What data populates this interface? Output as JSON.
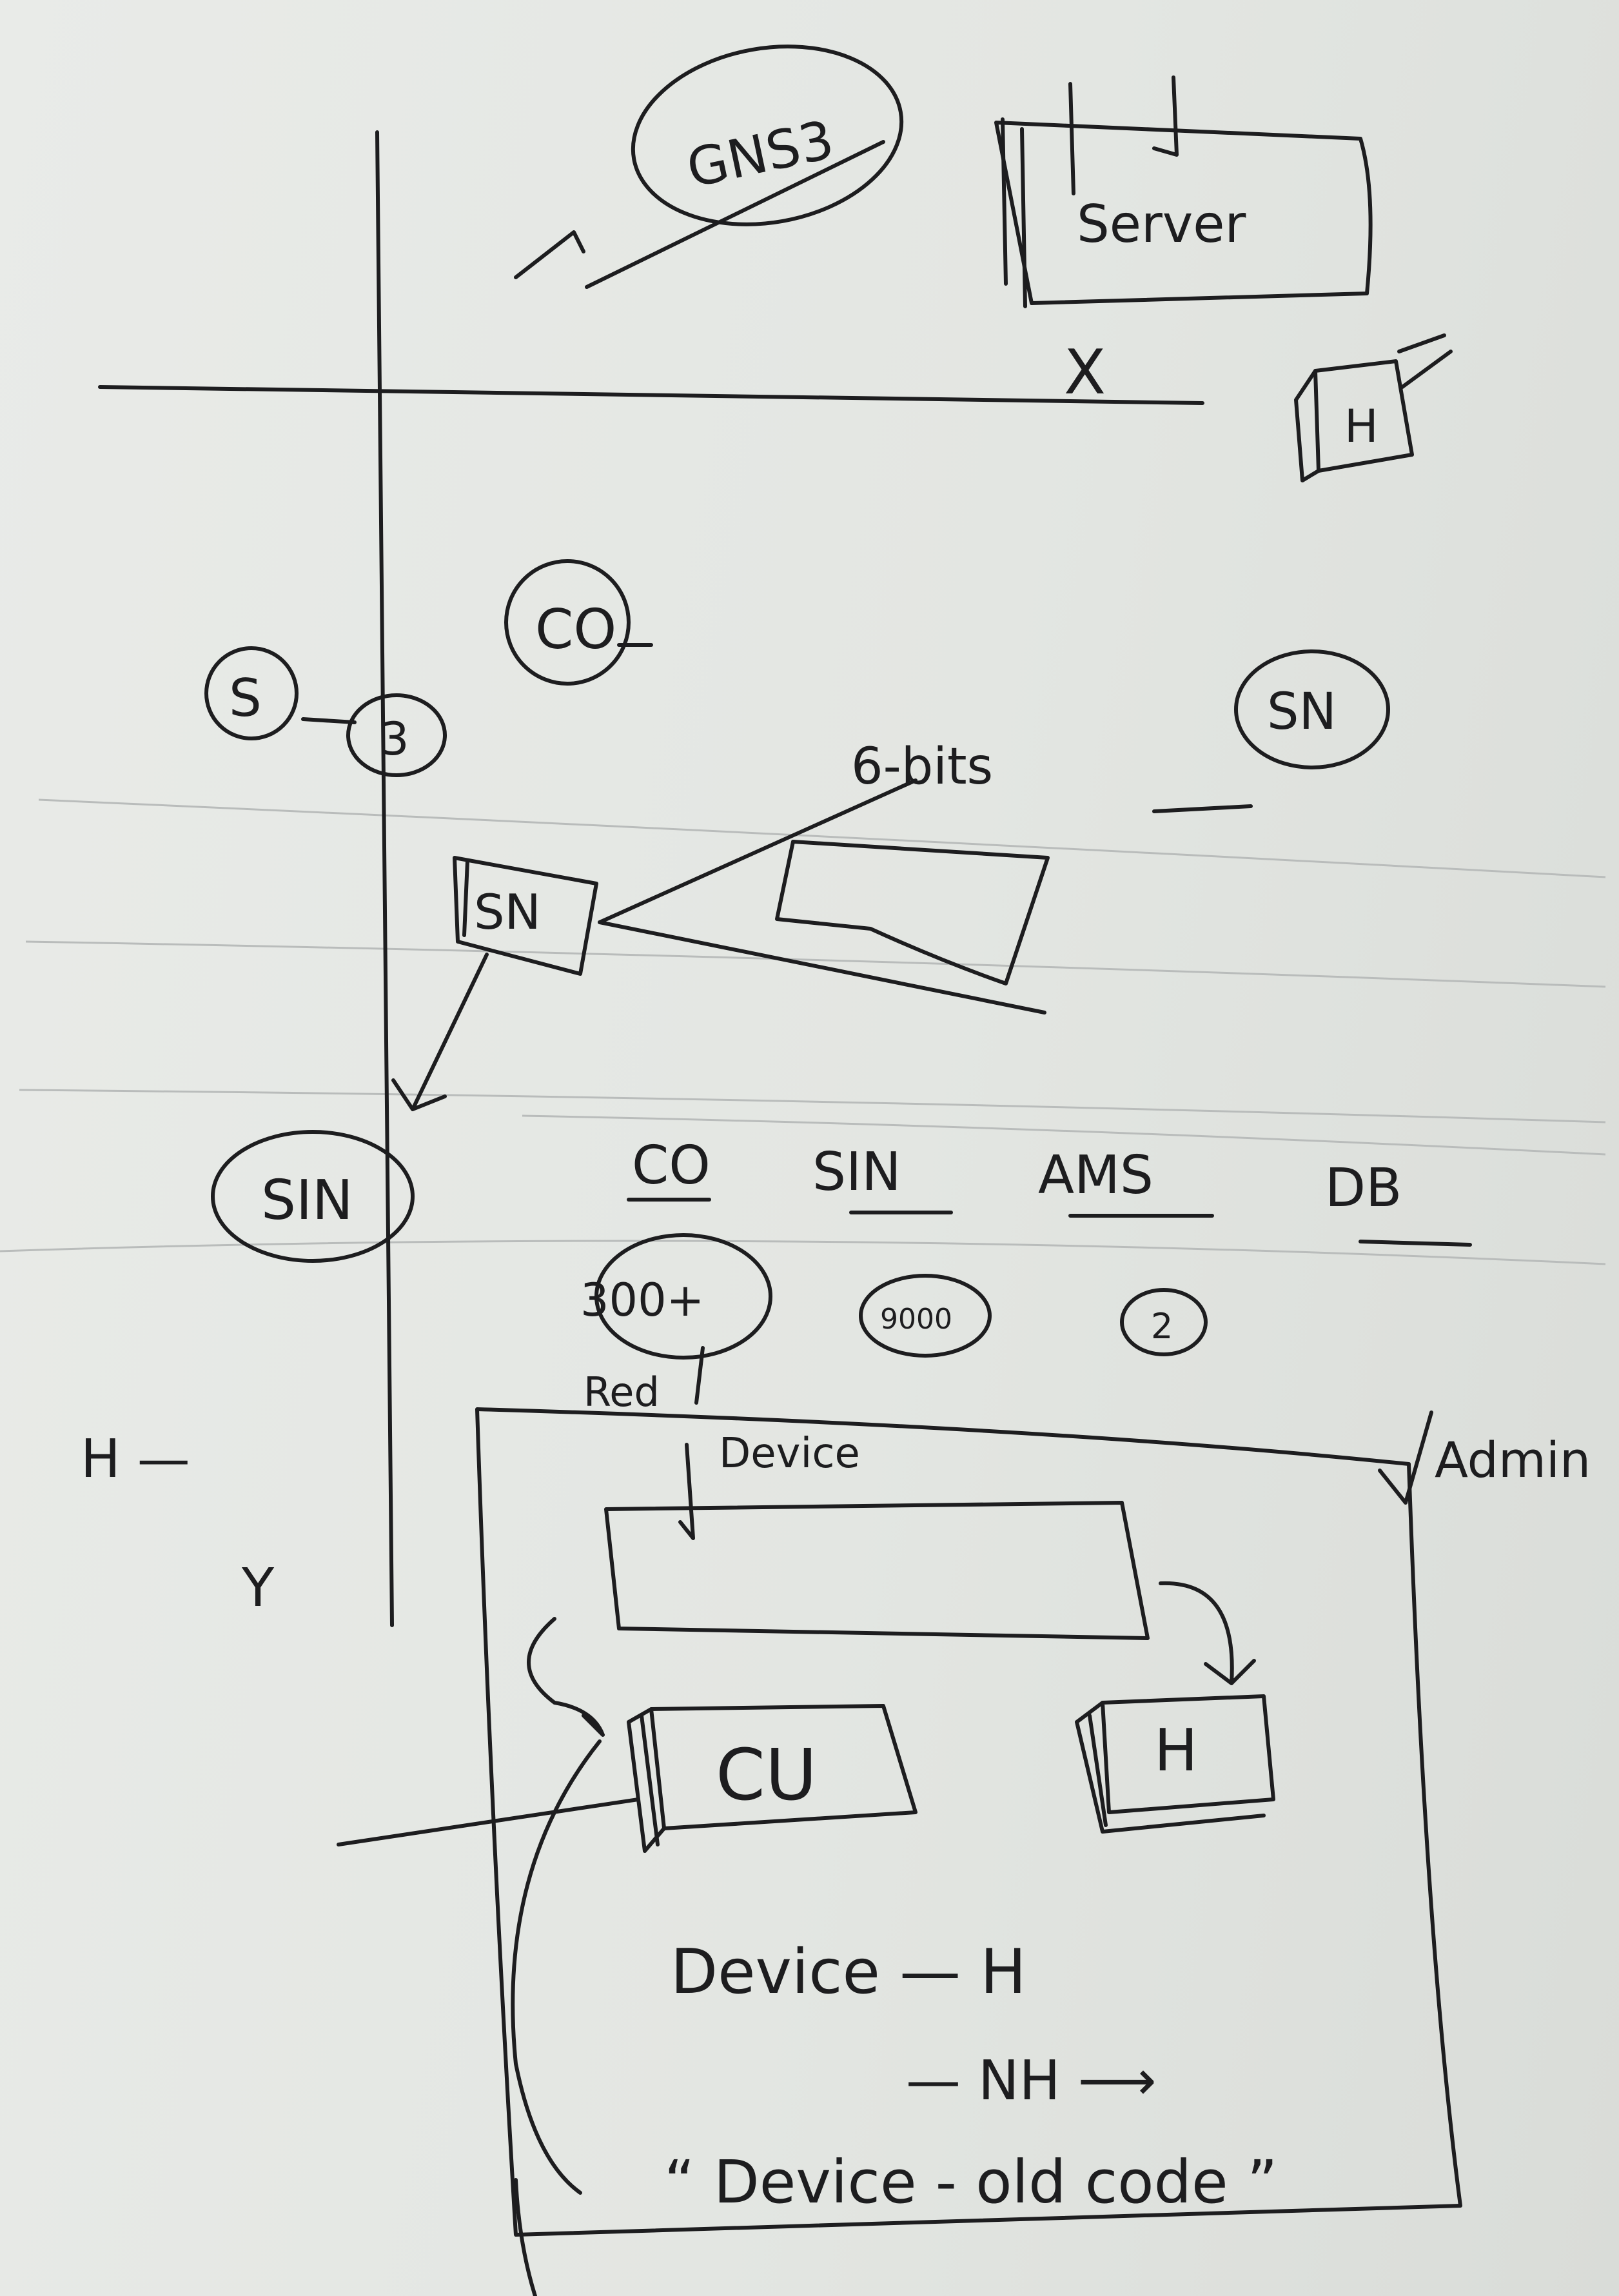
{
  "sketch": {
    "gns3": "GNS3",
    "server": "Server",
    "server_h": "H",
    "x_mark": "X",
    "co_circle": "CO",
    "s_left": "S",
    "three": "3",
    "sn_circle_right": "SN",
    "bits_label": "6-bits",
    "sn_box": "SN",
    "sin_circle": "SIN",
    "categories": [
      "CO",
      "SIN",
      "AMS",
      "DB"
    ],
    "count_300": "300+",
    "red_label": "Red",
    "count_9000": "9000",
    "count_small": "2",
    "h_dash": "H —",
    "y_mark": "Y",
    "admin_label": "Admin",
    "device_label": "Device",
    "cu_box": "CU",
    "h_box": "H",
    "device_h": "Device — H",
    "nh_arrow": "— NH ⟶",
    "old_code": "“ Device - old code ”"
  }
}
